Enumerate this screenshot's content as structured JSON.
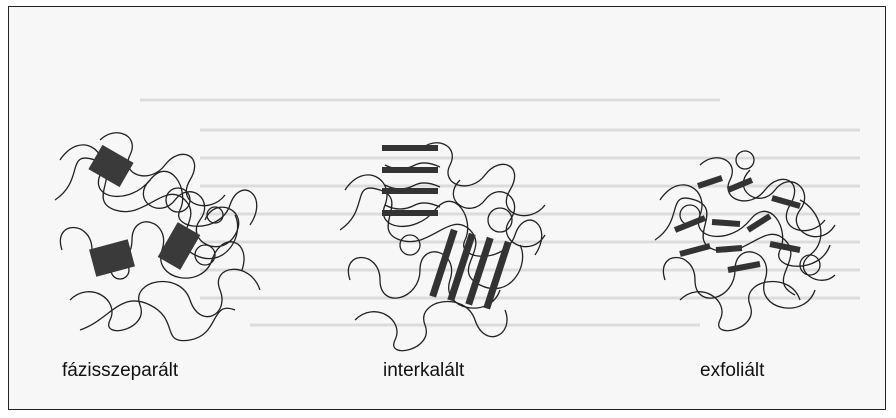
{
  "panels": [
    {
      "caption": "fázisszeparált",
      "structure": "phase-separated"
    },
    {
      "caption": "interkalált",
      "structure": "intercalated"
    },
    {
      "caption": "exfoliált",
      "structure": "exfoliated"
    }
  ],
  "colors": {
    "platelet": "#3a3a3a",
    "chain": "#222222",
    "faded_text": "#d4d4d4"
  }
}
